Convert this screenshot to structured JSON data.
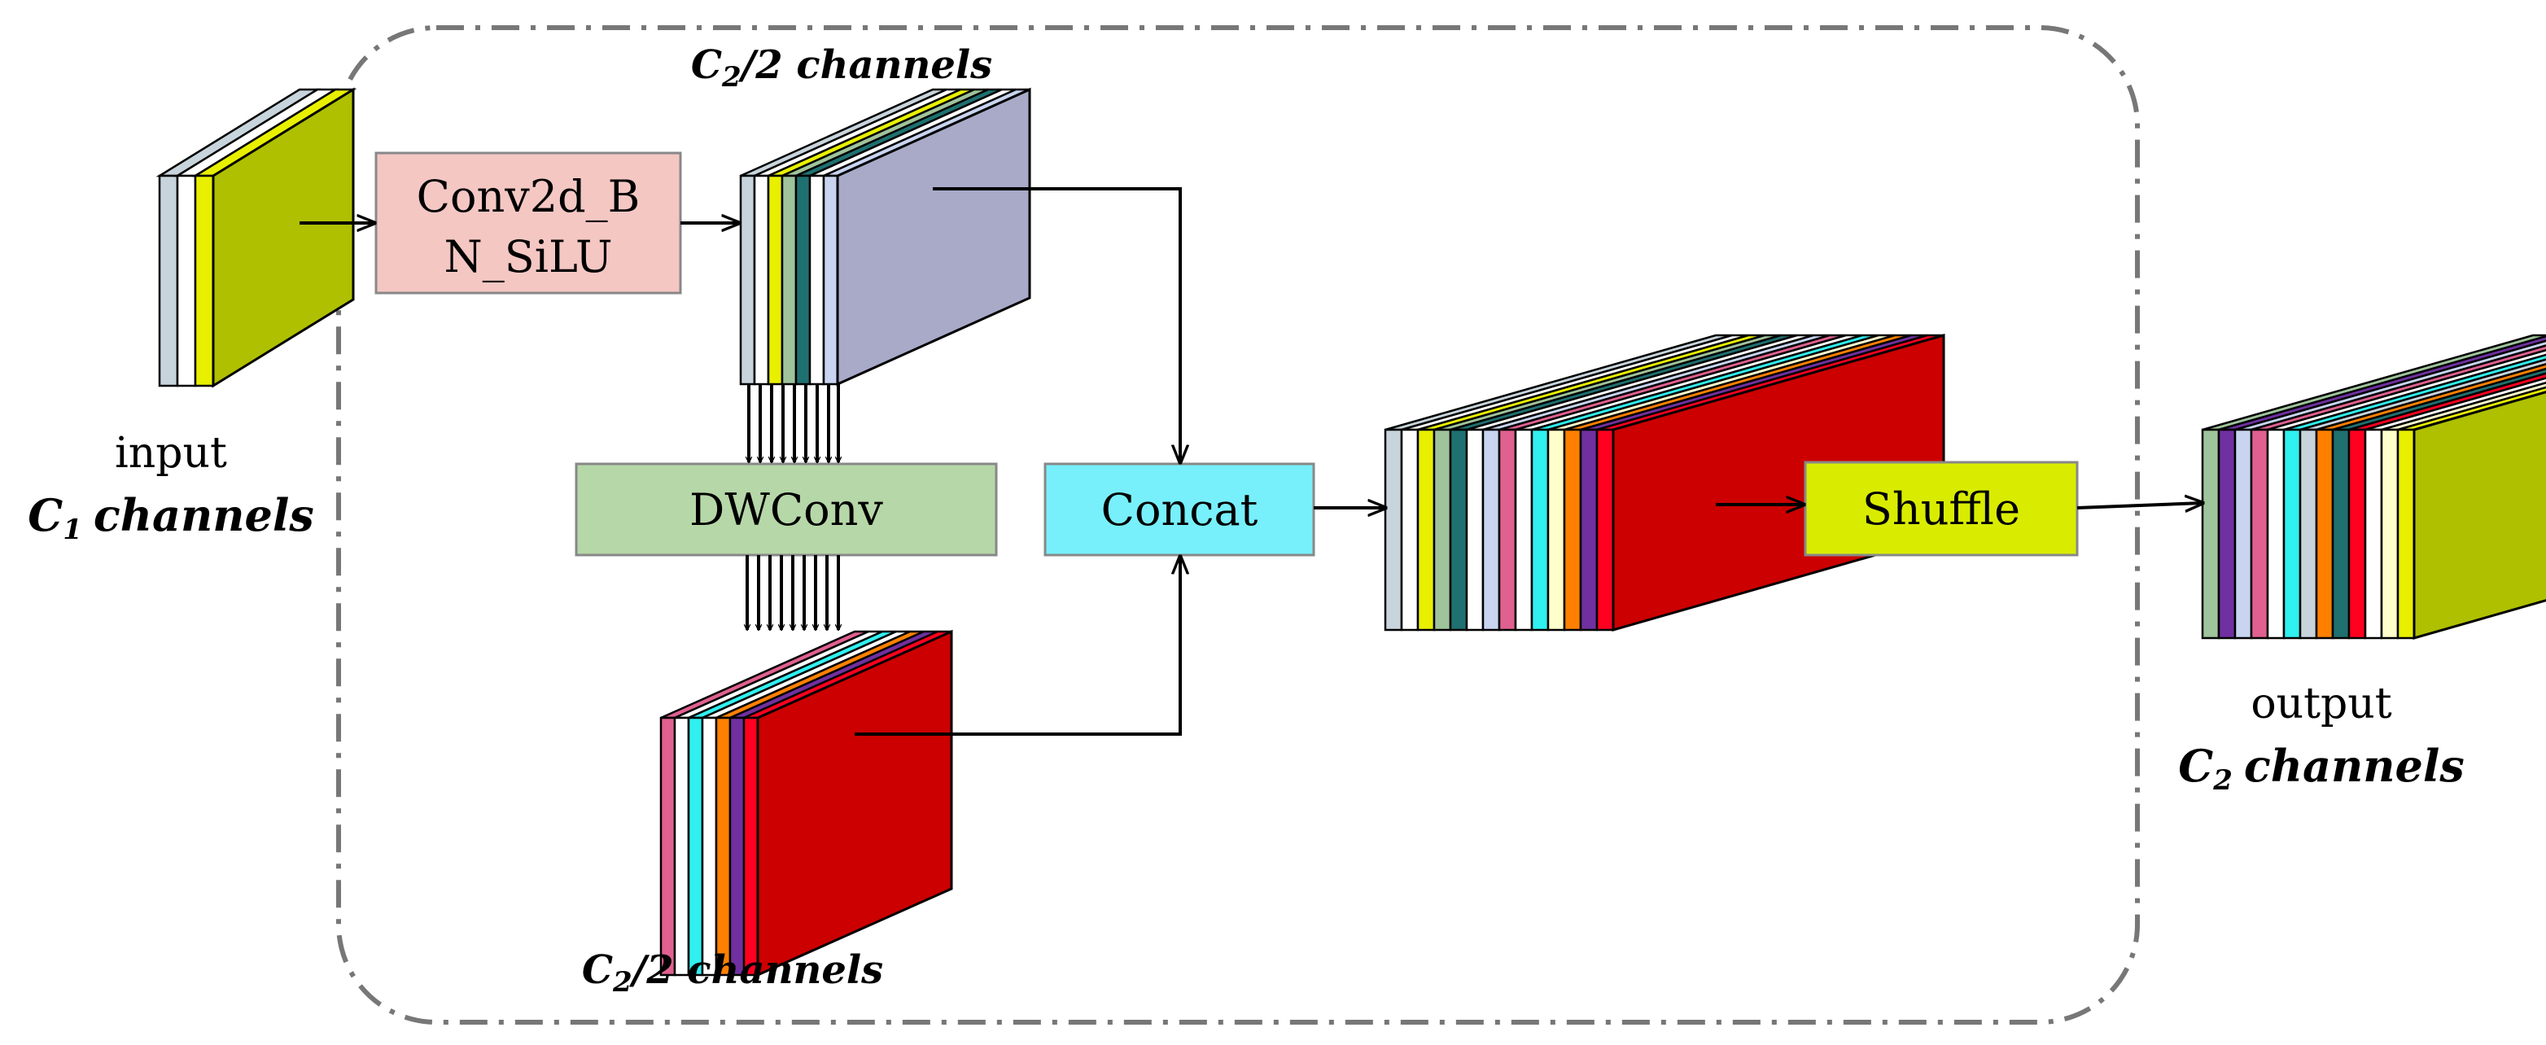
{
  "labels": {
    "input_word": "input",
    "input_channels_var": "C",
    "input_channels_sub": "1",
    "input_channels_word": "channels",
    "output_word": "output",
    "output_channels_var": "C",
    "output_channels_sub": "2",
    "output_channels_word": "channels",
    "top_channels_var": "C",
    "top_channels_sub": "2",
    "top_channels_rest": "/2 channels",
    "bottom_channels_var": "C",
    "bottom_channels_sub": "2",
    "bottom_channels_rest": "/2 channels"
  },
  "boxes": {
    "conv_line1": "Conv2d_B",
    "conv_line2": "N_SiLU",
    "dwconv": "DWConv",
    "concat": "Concat",
    "shuffle": "Shuffle"
  },
  "colors": {
    "conv_fill": "#f4c7c3",
    "dwconv_fill": "#b6d7a8",
    "concat_fill": "#77f0fb",
    "shuffle_fill": "#d9ec00",
    "dashed_border": "#777777",
    "box_border": "#888888"
  },
  "tensors": {
    "input": {
      "slices": [
        "#c8d4dc",
        "#ffffff",
        "#e8f000"
      ],
      "face": "#afc000"
    },
    "top": {
      "slices": [
        "#c8d4dc",
        "#ffffff",
        "#e8f000",
        "#9fc39b",
        "#1f7070",
        "#ffffff",
        "#c8d4f0"
      ],
      "face": "#a8aac8"
    },
    "bottom": {
      "slices": [
        "#e06090",
        "#ffffff",
        "#30f0f0",
        "#ffffff",
        "#ff8000",
        "#7030a0",
        "#ff0020"
      ],
      "face": "#cc0000"
    },
    "concat": {
      "slices": [
        "#c8d4dc",
        "#ffffff",
        "#e8f000",
        "#9fc39b",
        "#1f7070",
        "#ffffff",
        "#c8d4f0",
        "#e06090",
        "#ffffff",
        "#30f0f0",
        "#ffffcc",
        "#ff8000",
        "#7030a0",
        "#ff0020"
      ],
      "face": "#cc0000"
    },
    "output": {
      "slices": [
        "#9fc39b",
        "#7030a0",
        "#c8d4f0",
        "#e06090",
        "#ffffff",
        "#30f0f0",
        "#c8d4dc",
        "#ff8000",
        "#1f7070",
        "#ff0020",
        "#ffffff",
        "#ffffcc",
        "#e8f000"
      ],
      "face": "#afc000"
    }
  }
}
